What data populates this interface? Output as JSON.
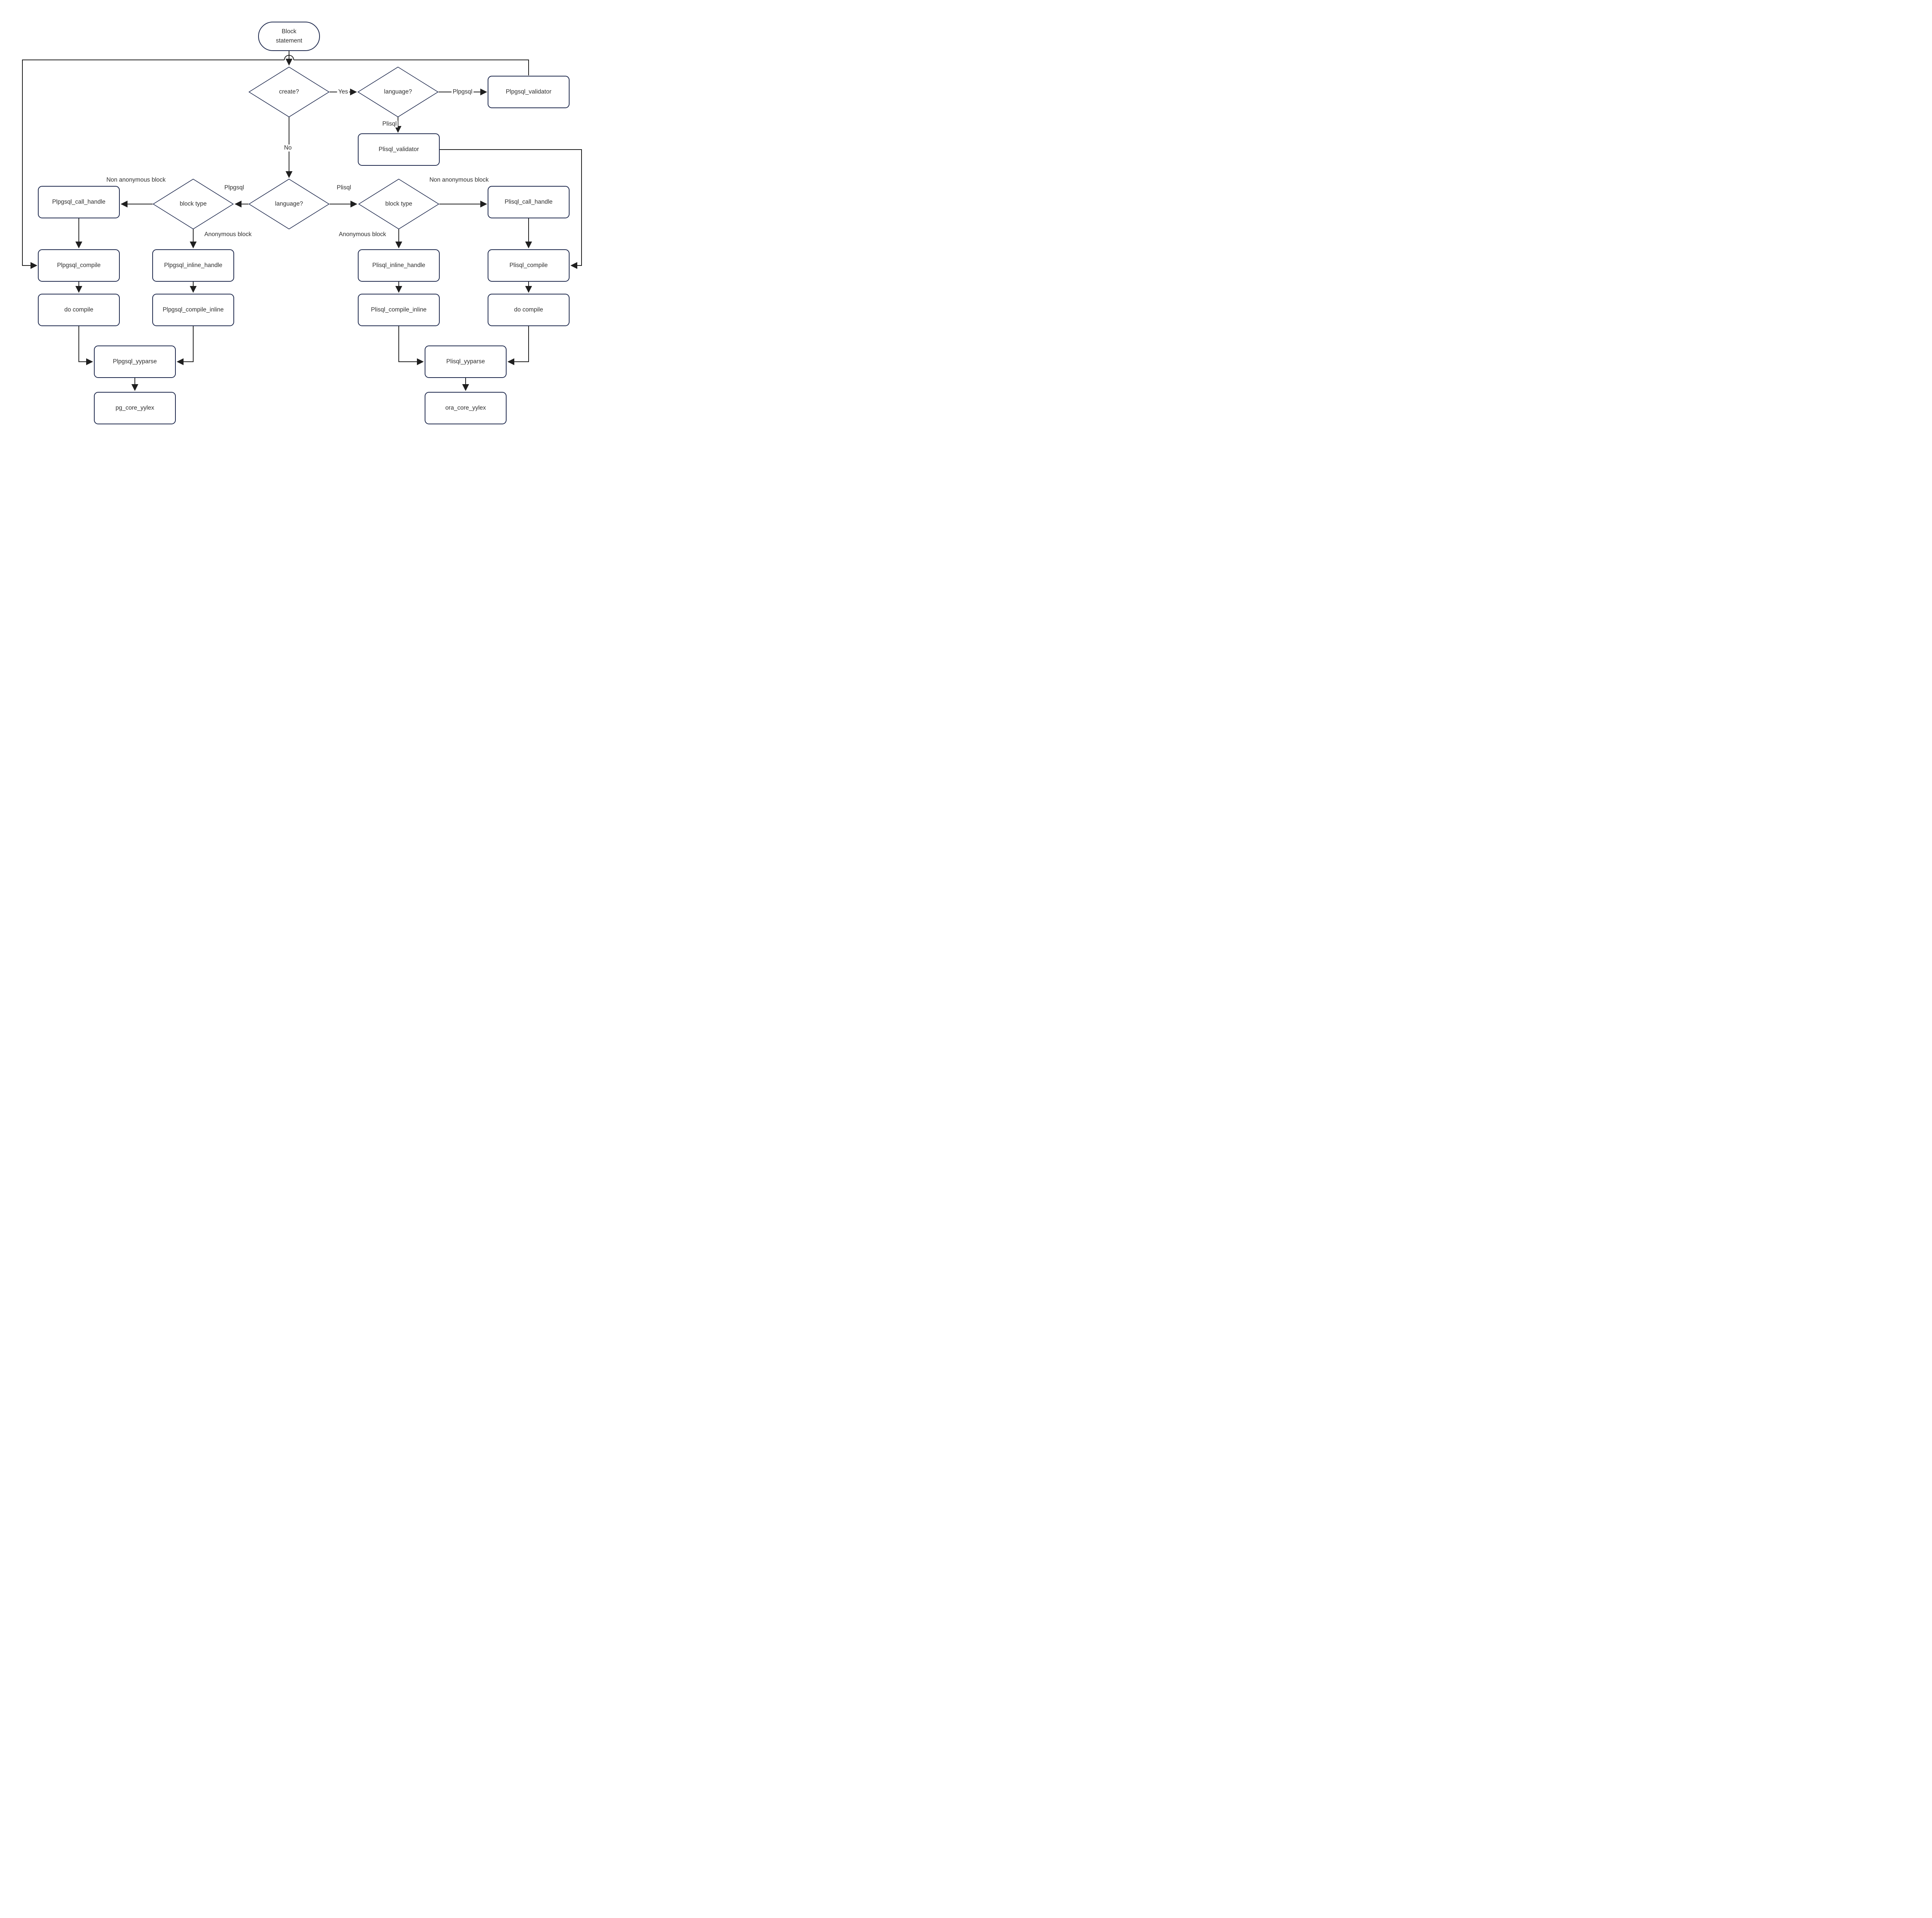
{
  "diagram": {
    "nodes": {
      "block_statement": {
        "label": "Block statement",
        "shape": "ellipse"
      },
      "create_q": {
        "label": "create?",
        "shape": "diamond"
      },
      "language_top": {
        "label": "language?",
        "shape": "diamond"
      },
      "plpgsql_validator": {
        "label": "Plpgsql_validator",
        "shape": "box"
      },
      "plisql_validator": {
        "label": "Plisql_validator",
        "shape": "box"
      },
      "language_mid": {
        "label": "language?",
        "shape": "diamond"
      },
      "block_type_left": {
        "label": "block type",
        "shape": "diamond"
      },
      "block_type_right": {
        "label": "block type",
        "shape": "diamond"
      },
      "plpgsql_call_handle": {
        "label": "Plpgsql_call_handle",
        "shape": "box"
      },
      "plisql_call_handle": {
        "label": "Plisql_call_handle",
        "shape": "box"
      },
      "plpgsql_compile": {
        "label": "Plpgsql_compile",
        "shape": "box"
      },
      "plpgsql_inline_handle": {
        "label": "Plpgsql_inline_handle",
        "shape": "box"
      },
      "plisql_inline_handle": {
        "label": "Plisql_inline_handle",
        "shape": "box"
      },
      "plisql_compile": {
        "label": "Plisql_compile",
        "shape": "box"
      },
      "do_compile_left": {
        "label": "do compile",
        "shape": "box"
      },
      "plpgsql_compile_inline": {
        "label": "Plpgsql_compile_inline",
        "shape": "box"
      },
      "plisql_compile_inline": {
        "label": "Plisql_compile_inline",
        "shape": "box"
      },
      "do_compile_right": {
        "label": "do compile",
        "shape": "box"
      },
      "plpgsql_yyparse": {
        "label": "Plpgsql_yyparse",
        "shape": "box"
      },
      "plisql_yyparse": {
        "label": "Plisql_yyparse",
        "shape": "box"
      },
      "pg_core_yylex": {
        "label": "pg_core_yylex",
        "shape": "box"
      },
      "ora_core_yylex": {
        "label": "ora_core_yylex",
        "shape": "box"
      }
    },
    "edge_labels": {
      "yes": "Yes",
      "no": "No",
      "plpgsql_create": "Plpgsql",
      "plisql_create": "Plisql",
      "plpgsql_block": "Plpgsql",
      "plisql_block": "Plisql",
      "non_anonymous_left": "Non anonymous block",
      "non_anonymous_right": "Non anonymous block",
      "anonymous_left": "Anonymous block",
      "anonymous_right": "Anonymous block"
    },
    "colors": {
      "node_border": "#1f2a4e",
      "node_fill": "#ffffff",
      "connector": "#1f1f1f",
      "text": "#2d2d2d"
    }
  }
}
